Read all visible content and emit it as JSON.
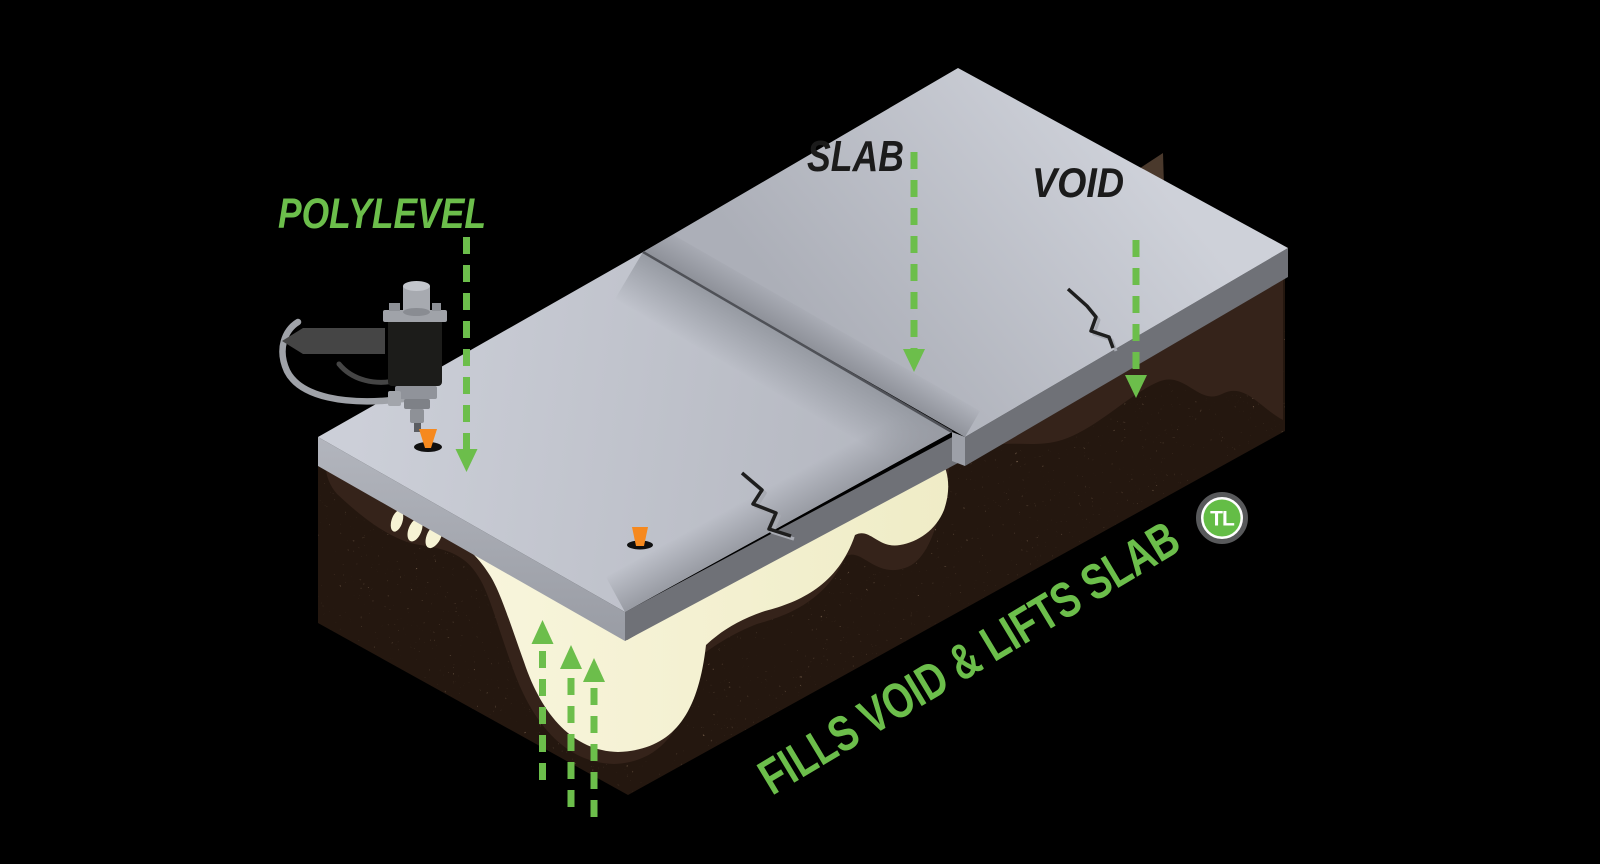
{
  "scene": {
    "background": "#000000"
  },
  "labels": {
    "polylevel": "POLYLEVEL",
    "slab": "SLAB",
    "void": "VOID",
    "caption": "FILLS VOID & LIFTS SLAB",
    "logo_monogram": "TL"
  },
  "colors": {
    "accent_green": "#6CBE4B",
    "slab_top": "#C7CAD3",
    "slab_edge_dark": "#6F7177",
    "slab_edge_light": "#A6A9B1",
    "soil": "#46362A",
    "void_dark": "#35231A",
    "foam": "#F6F3D4",
    "port_orange": "#F6891E",
    "label_black": "#1B1B1B",
    "logo_green": "#64BD46",
    "logo_ring_gray": "#58595B",
    "crack_black": "#1E1E1E"
  },
  "icons": [
    "injection-gun-icon",
    "injection-port-icon",
    "down-arrow-icon",
    "up-arrow-icon",
    "crack-icon",
    "foam-spray-droplets-icon",
    "tl-logo-badge"
  ]
}
